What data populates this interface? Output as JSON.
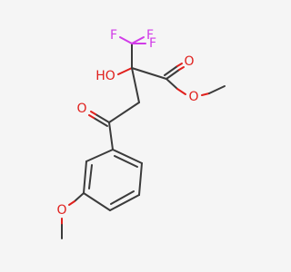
{
  "molecule": {
    "atoms": {
      "f_left": "F",
      "f_right": "F",
      "f_lower": "F",
      "hydroxyl": "HO",
      "ester_carbonyl_o": "O",
      "ester_o": "O",
      "ketone_o": "O",
      "methoxy_o": "O"
    },
    "colors": {
      "bond": "#3b3b3b",
      "oxygen": "#e0201d",
      "fluorine": "#d13ce8",
      "background": "#f5f5f5"
    }
  }
}
